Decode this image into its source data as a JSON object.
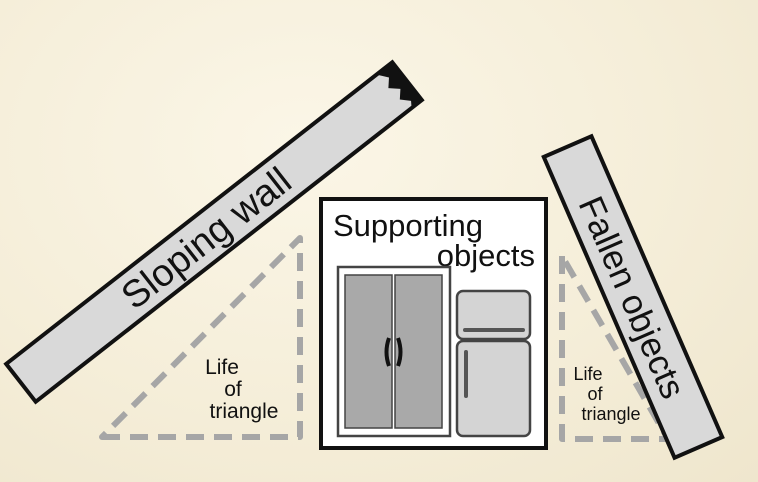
{
  "labels": {
    "sloping_wall": "Sloping wall",
    "supporting_line1": "Supporting",
    "supporting_line2": "objects",
    "fallen_objects": "Fallen objects",
    "life_left_1": "Life",
    "life_left_2": "of",
    "life_left_3": "triangle",
    "life_right_1": "Life",
    "life_right_2": "of",
    "life_right_3": "triangle"
  },
  "colors": {
    "background": "#f5eed9",
    "block_fill": "#d9d9d9",
    "outline": "#111111",
    "dashed_triangle": "#a6a6a6",
    "cabinet_fill": "#a9a9a9",
    "fridge_fill": "#d4d4d4"
  },
  "icons": [
    "wardrobe-icon",
    "refrigerator-icon"
  ]
}
